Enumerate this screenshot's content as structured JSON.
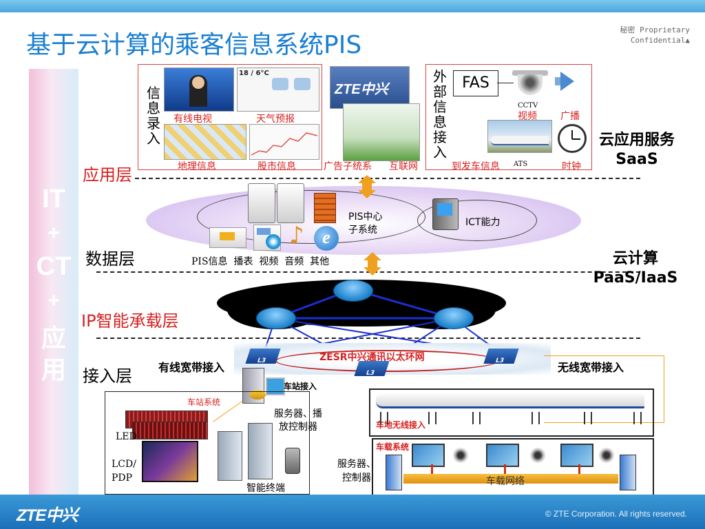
{
  "title": "基于云计算的乘客信息系统PIS",
  "confidential": {
    "line1": "秘密 Proprietary",
    "line2": "Confidential▲"
  },
  "left_bar": [
    "IT",
    "+",
    "CT",
    "+",
    "应",
    "用"
  ],
  "layers": {
    "app": "应用层",
    "data": "数据层",
    "ip": "IP智能承载层",
    "access": "接入层"
  },
  "info_input": {
    "vertical": "信息录入",
    "items": [
      "有线电视",
      "天气预报",
      "地理信息",
      "股市信息"
    ]
  },
  "ad_system": {
    "label": "广告子统系",
    "internet": "互联网",
    "logo": "ZTE中兴"
  },
  "external_input": {
    "vertical": "外部信息接入",
    "fas": "FAS",
    "cctv": "CCTV",
    "video": "视频",
    "broadcast": "广播",
    "departure": "到发车信息",
    "ats": "ATS",
    "clock": "时钟"
  },
  "saas": {
    "line1": "云应用服务",
    "line2": "SaaS"
  },
  "paas": {
    "line1": "云计算",
    "line2": "PaaS/IaaS"
  },
  "data_center": {
    "pis_center": "PIS中心\n子系统",
    "ict": "ICT能力",
    "media": "PIS信息  播表  视频  音频  其他"
  },
  "network": {
    "wired": "有线宽带接入",
    "wireless": "无线宽带接入",
    "ring": "ZESR中兴通讯以太环网",
    "station_access": "车站接入",
    "l3": "L3"
  },
  "station": {
    "label": "车站系统",
    "server": "服务器、播\n放控制器",
    "led": "LED",
    "lcd": "LCD/\nPDP",
    "terminal": "智能终端"
  },
  "train": {
    "wireless": "车地无线接入",
    "onboard": "车载系统",
    "server": "服务器、\n控制器",
    "network": "车载网络"
  },
  "footer": {
    "logo": "ZTE中兴",
    "copyright": "© ZTE Corporation. All rights reserved."
  },
  "colors": {
    "title": "#1a7fd0",
    "red": "#d82020",
    "router": "#1a8ed0",
    "bar": "#2a86cc"
  }
}
